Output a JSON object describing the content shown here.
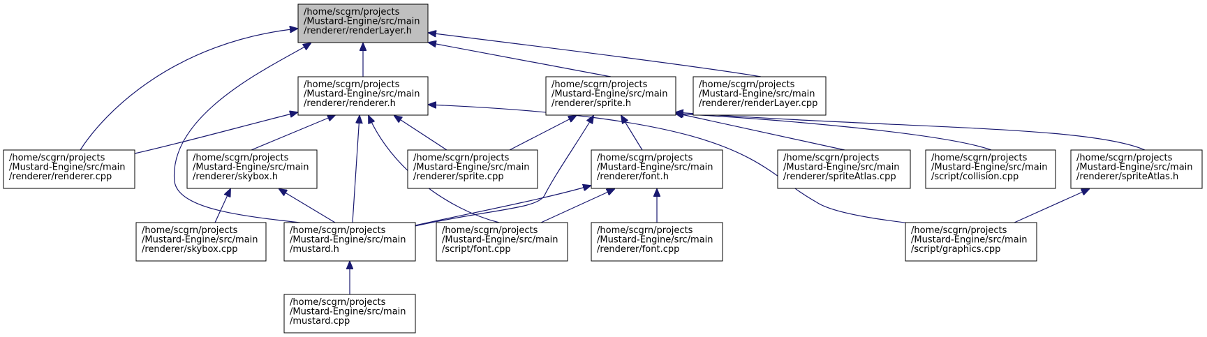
{
  "diagram": {
    "type": "include-dependency-graph",
    "colors": {
      "edge": "#191970",
      "node_border": "#000000",
      "root_fill": "#bfbfbf",
      "node_fill": "#ffffff",
      "text": "#000000"
    },
    "nodes": [
      {
        "id": "renderLayer_h",
        "lines": [
          "/home/scgrn/projects",
          "/Mustard-Engine/src/main",
          "/renderer/renderLayer.h"
        ],
        "root": true
      },
      {
        "id": "renderer_h",
        "lines": [
          "/home/scgrn/projects",
          "/Mustard-Engine/src/main",
          "/renderer/renderer.h"
        ]
      },
      {
        "id": "sprite_h",
        "lines": [
          "/home/scgrn/projects",
          "/Mustard-Engine/src/main",
          "/renderer/sprite.h"
        ]
      },
      {
        "id": "renderLayer_cpp",
        "lines": [
          "/home/scgrn/projects",
          "/Mustard-Engine/src/main",
          "/renderer/renderLayer.cpp"
        ]
      },
      {
        "id": "renderer_cpp",
        "lines": [
          "/home/scgrn/projects",
          "/Mustard-Engine/src/main",
          "/renderer/renderer.cpp"
        ]
      },
      {
        "id": "skybox_h",
        "lines": [
          "/home/scgrn/projects",
          "/Mustard-Engine/src/main",
          "/renderer/skybox.h"
        ]
      },
      {
        "id": "sprite_cpp",
        "lines": [
          "/home/scgrn/projects",
          "/Mustard-Engine/src/main",
          "/renderer/sprite.cpp"
        ]
      },
      {
        "id": "font_h",
        "lines": [
          "/home/scgrn/projects",
          "/Mustard-Engine/src/main",
          "/renderer/font.h"
        ]
      },
      {
        "id": "spriteAtlas_cpp",
        "lines": [
          "/home/scgrn/projects",
          "/Mustard-Engine/src/main",
          "/renderer/spriteAtlas.cpp"
        ]
      },
      {
        "id": "collision_cpp",
        "lines": [
          "/home/scgrn/projects",
          "/Mustard-Engine/src/main",
          "/script/collision.cpp"
        ]
      },
      {
        "id": "spriteAtlas_h",
        "lines": [
          "/home/scgrn/projects",
          "/Mustard-Engine/src/main",
          "/renderer/spriteAtlas.h"
        ]
      },
      {
        "id": "skybox_cpp",
        "lines": [
          "/home/scgrn/projects",
          "/Mustard-Engine/src/main",
          "/renderer/skybox.cpp"
        ]
      },
      {
        "id": "mustard_h",
        "lines": [
          "/home/scgrn/projects",
          "/Mustard-Engine/src/main",
          "/mustard.h"
        ]
      },
      {
        "id": "script_font_cpp",
        "lines": [
          "/home/scgrn/projects",
          "/Mustard-Engine/src/main",
          "/script/font.cpp"
        ]
      },
      {
        "id": "renderer_font_cpp",
        "lines": [
          "/home/scgrn/projects",
          "/Mustard-Engine/src/main",
          "/renderer/font.cpp"
        ]
      },
      {
        "id": "graphics_cpp",
        "lines": [
          "/home/scgrn/projects",
          "/Mustard-Engine/src/main",
          "/script/graphics.cpp"
        ]
      },
      {
        "id": "mustard_cpp",
        "lines": [
          "/home/scgrn/projects",
          "/Mustard-Engine/src/main",
          "/mustard.cpp"
        ]
      }
    ],
    "edges": [
      {
        "from": "renderer_h",
        "to": "renderLayer_h"
      },
      {
        "from": "sprite_h",
        "to": "renderLayer_h"
      },
      {
        "from": "renderLayer_cpp",
        "to": "renderLayer_h"
      },
      {
        "from": "renderer_cpp",
        "to": "renderLayer_h"
      },
      {
        "from": "mustard_h",
        "to": "renderLayer_h"
      },
      {
        "from": "renderer_cpp",
        "to": "renderer_h"
      },
      {
        "from": "skybox_h",
        "to": "renderer_h"
      },
      {
        "from": "mustard_h",
        "to": "renderer_h"
      },
      {
        "from": "script_font_cpp",
        "to": "renderer_h"
      },
      {
        "from": "sprite_cpp",
        "to": "renderer_h"
      },
      {
        "from": "graphics_cpp",
        "to": "renderer_h"
      },
      {
        "from": "sprite_cpp",
        "to": "sprite_h"
      },
      {
        "from": "mustard_h",
        "to": "sprite_h"
      },
      {
        "from": "font_h",
        "to": "sprite_h"
      },
      {
        "from": "spriteAtlas_cpp",
        "to": "sprite_h"
      },
      {
        "from": "collision_cpp",
        "to": "sprite_h"
      },
      {
        "from": "spriteAtlas_h",
        "to": "sprite_h"
      },
      {
        "from": "skybox_cpp",
        "to": "skybox_h"
      },
      {
        "from": "mustard_h",
        "to": "skybox_h"
      },
      {
        "from": "mustard_h",
        "to": "font_h"
      },
      {
        "from": "script_font_cpp",
        "to": "font_h"
      },
      {
        "from": "renderer_font_cpp",
        "to": "font_h"
      },
      {
        "from": "graphics_cpp",
        "to": "spriteAtlas_h"
      },
      {
        "from": "mustard_cpp",
        "to": "mustard_h"
      }
    ]
  }
}
